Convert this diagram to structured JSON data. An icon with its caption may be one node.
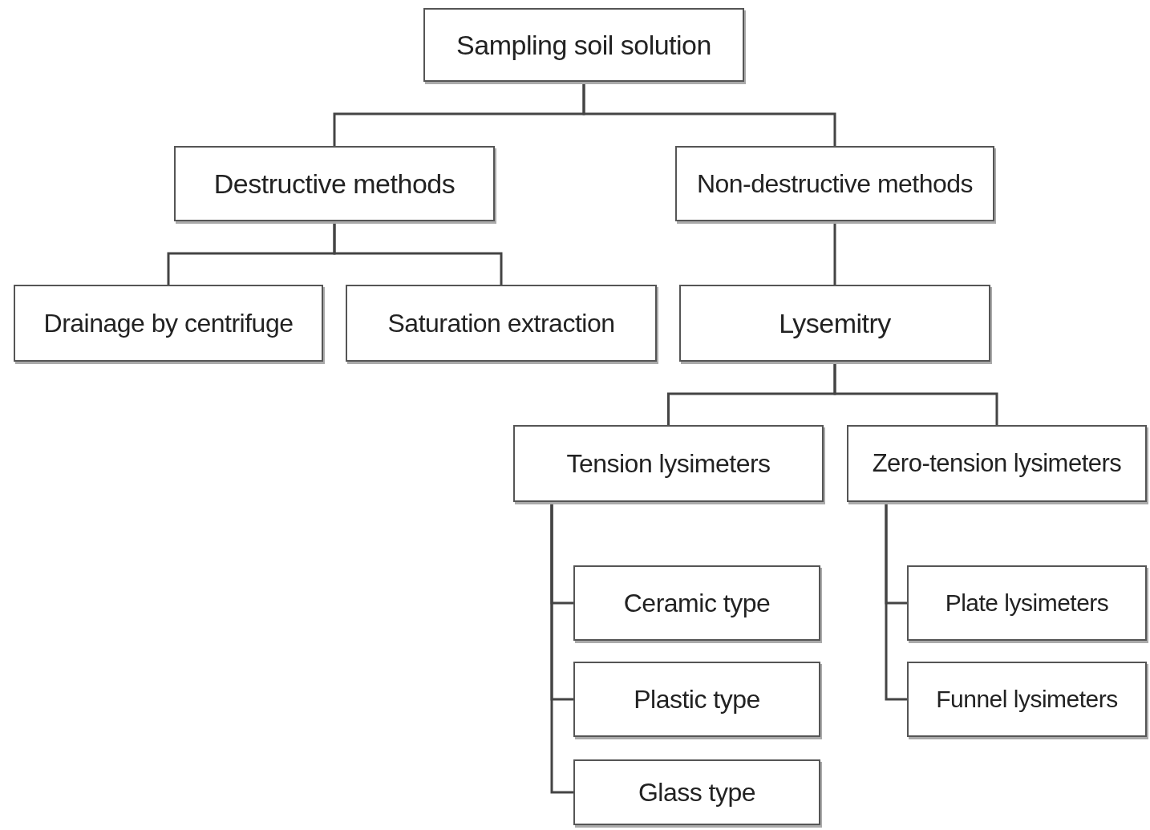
{
  "diagram": {
    "nodes": [
      {
        "text": [
          "Sampling soil solution"
        ]
      },
      {
        "text": [
          "Destructive methods"
        ]
      },
      {
        "text": [
          "Non-destructive methods"
        ]
      },
      {
        "text": [
          "Drainage by centrifuge"
        ]
      },
      {
        "text": [
          "Saturation extraction"
        ]
      },
      {
        "text": [
          "Lysemitry"
        ]
      },
      {
        "text": [
          "Tension lysimeters"
        ]
      },
      {
        "text": [
          "Zero-tension lysimeters"
        ]
      },
      {
        "text": [
          "Ceramic type"
        ]
      },
      {
        "text": [
          "Plastic type"
        ]
      },
      {
        "text": [
          "Glass type"
        ]
      },
      {
        "text": [
          "Plate lysimeters"
        ]
      },
      {
        "text": [
          "Funnel lysimeters"
        ]
      }
    ],
    "edges": [
      {
        "from": 0,
        "to": 1,
        "arrow": "none"
      },
      {
        "from": 0,
        "to": 2,
        "arrow": "none"
      },
      {
        "from": 1,
        "to": 3,
        "arrow": "none"
      },
      {
        "from": 1,
        "to": 4,
        "arrow": "none"
      },
      {
        "from": 2,
        "to": 5,
        "arrow": "none"
      },
      {
        "from": 5,
        "to": 6,
        "arrow": "none"
      },
      {
        "from": 5,
        "to": 7,
        "arrow": "none"
      },
      {
        "from": 6,
        "to": 8,
        "arrow": "none"
      },
      {
        "from": 6,
        "to": 9,
        "arrow": "none"
      },
      {
        "from": 6,
        "to": 10,
        "arrow": "none"
      },
      {
        "from": 7,
        "to": 11,
        "arrow": "none"
      },
      {
        "from": 7,
        "to": 12,
        "arrow": "none"
      }
    ]
  }
}
